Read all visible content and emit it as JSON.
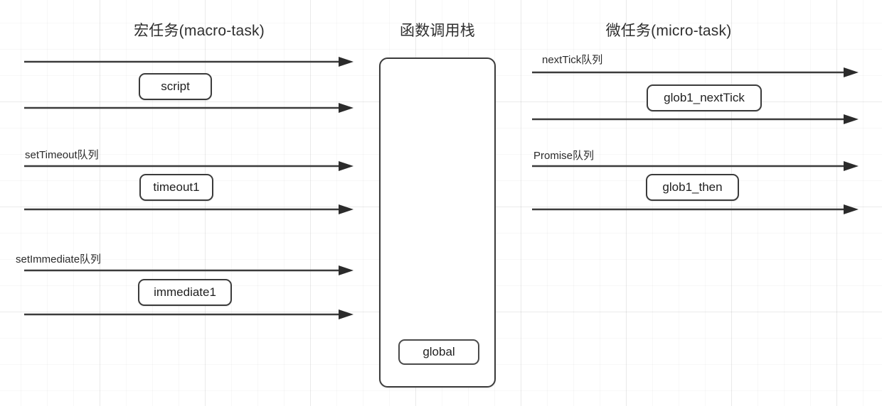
{
  "diagram": {
    "title_macro": "宏任务(macro-task)",
    "title_stack": "函数调用栈",
    "title_micro": "微任务(micro-task)"
  },
  "macro_task": {
    "queues": [
      {
        "label": "",
        "box": "script"
      },
      {
        "label": "setTimeout队列",
        "box": "timeout1"
      },
      {
        "label": "setImmediate队列",
        "box": "immediate1"
      }
    ]
  },
  "call_stack": {
    "frames": [
      {
        "label": "global"
      }
    ]
  },
  "micro_task": {
    "queues": [
      {
        "label": "nextTick队列",
        "box": "glob1_nextTick"
      },
      {
        "label": "Promise队列",
        "box": "glob1_then"
      }
    ]
  },
  "style": {
    "stroke": "#3b3b3b",
    "text": "#1f1f1f",
    "grid": "#e8e8e8",
    "background": "#ffffff"
  }
}
